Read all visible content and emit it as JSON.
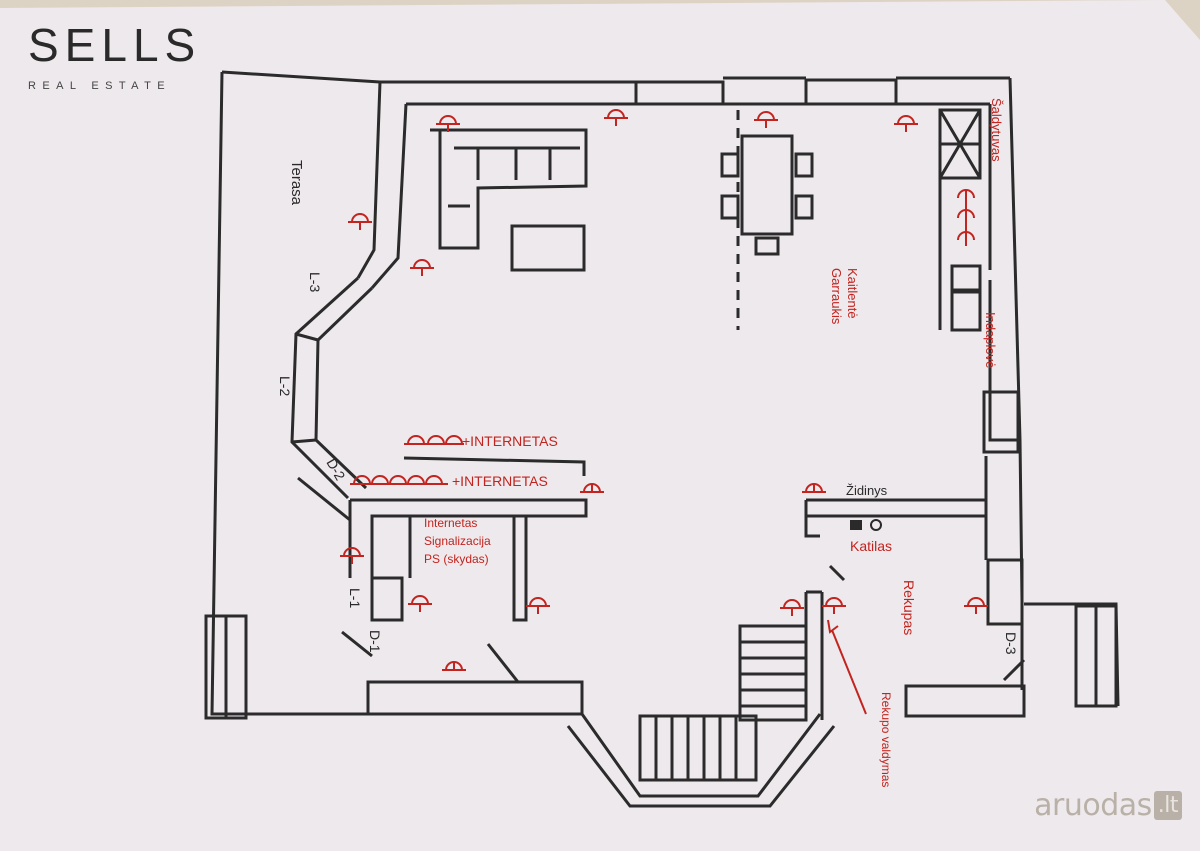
{
  "logo": {
    "brand": "SELLS",
    "sub": "REAL ESTATE"
  },
  "watermark": {
    "text": "aruodas",
    "tld": ".lt"
  },
  "labels": {
    "terasa": "Terasa",
    "l3": "L-3",
    "l2": "L-2",
    "l1": "L-1",
    "d2": "D-2",
    "d1": "D-1",
    "d3": "D-3",
    "internetas1": "+INTERNETAS",
    "internetas2": "+INTERNETAS",
    "internetas_box": "Internetas",
    "signalizacija": "Signalizacija",
    "ps_skydas": "PS (skydas)",
    "saldytuvas": "Šaldytuvas",
    "kaitlente": "Kaitlentė",
    "garraukis": "Garraukis",
    "indaplove": "Indaplovė",
    "zidinys": "Židinys",
    "katilas": "Katilas",
    "rekupas": "Rekupas",
    "rekupo_valdymas": "Rekupo valdymas"
  },
  "colors": {
    "wall": "#2b2b2b",
    "annotation": "#c2241f",
    "paper": "#eee9ec"
  }
}
